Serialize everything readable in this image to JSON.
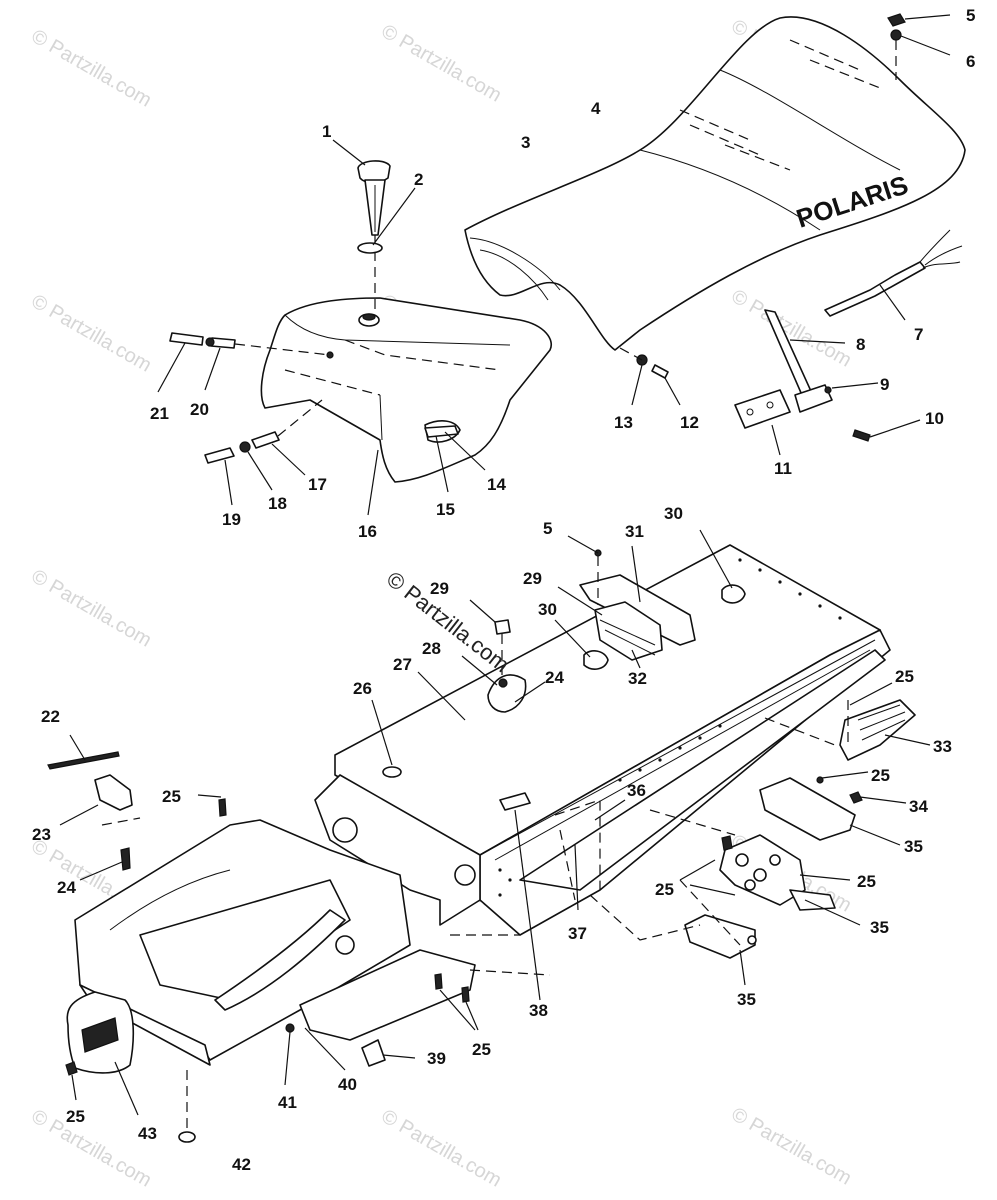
{
  "diagram": {
    "seat_brand_text": "POLARIS",
    "center_watermark": "© Partzilla.com",
    "watermark_text": "© Partzilla.com",
    "callouts": [
      {
        "id": "c1",
        "label": "1"
      },
      {
        "id": "c2",
        "label": "2"
      },
      {
        "id": "c3",
        "label": "3"
      },
      {
        "id": "c4",
        "label": "4"
      },
      {
        "id": "c5a",
        "label": "5"
      },
      {
        "id": "c6",
        "label": "6"
      },
      {
        "id": "c7",
        "label": "7"
      },
      {
        "id": "c8",
        "label": "8"
      },
      {
        "id": "c9",
        "label": "9"
      },
      {
        "id": "c10",
        "label": "10"
      },
      {
        "id": "c11",
        "label": "11"
      },
      {
        "id": "c12",
        "label": "12"
      },
      {
        "id": "c13",
        "label": "13"
      },
      {
        "id": "c14",
        "label": "14"
      },
      {
        "id": "c15",
        "label": "15"
      },
      {
        "id": "c16",
        "label": "16"
      },
      {
        "id": "c17",
        "label": "17"
      },
      {
        "id": "c18",
        "label": "18"
      },
      {
        "id": "c19",
        "label": "19"
      },
      {
        "id": "c20",
        "label": "20"
      },
      {
        "id": "c21",
        "label": "21"
      },
      {
        "id": "c5b",
        "label": "5"
      },
      {
        "id": "c31",
        "label": "31"
      },
      {
        "id": "c30a",
        "label": "30"
      },
      {
        "id": "c29a",
        "label": "29"
      },
      {
        "id": "c29b",
        "label": "29"
      },
      {
        "id": "c30b",
        "label": "30"
      },
      {
        "id": "c32",
        "label": "32"
      },
      {
        "id": "c28",
        "label": "28"
      },
      {
        "id": "c24a",
        "label": "24"
      },
      {
        "id": "c27",
        "label": "27"
      },
      {
        "id": "c26",
        "label": "26"
      },
      {
        "id": "c22",
        "label": "22"
      },
      {
        "id": "c23",
        "label": "23"
      },
      {
        "id": "c24b",
        "label": "24"
      },
      {
        "id": "c25a",
        "label": "25"
      },
      {
        "id": "c25b",
        "label": "25"
      },
      {
        "id": "c33",
        "label": "33"
      },
      {
        "id": "c25c",
        "label": "25"
      },
      {
        "id": "c34",
        "label": "34"
      },
      {
        "id": "c35a",
        "label": "35"
      },
      {
        "id": "c36",
        "label": "36"
      },
      {
        "id": "c25d",
        "label": "25"
      },
      {
        "id": "c25e",
        "label": "25"
      },
      {
        "id": "c35b",
        "label": "35"
      },
      {
        "id": "c37",
        "label": "37"
      },
      {
        "id": "c38",
        "label": "38"
      },
      {
        "id": "c35c",
        "label": "35"
      },
      {
        "id": "c25f",
        "label": "25"
      },
      {
        "id": "c39",
        "label": "39"
      },
      {
        "id": "c40",
        "label": "40"
      },
      {
        "id": "c41",
        "label": "41"
      },
      {
        "id": "c25g",
        "label": "25"
      },
      {
        "id": "c43",
        "label": "43"
      },
      {
        "id": "c42",
        "label": "42"
      }
    ]
  }
}
